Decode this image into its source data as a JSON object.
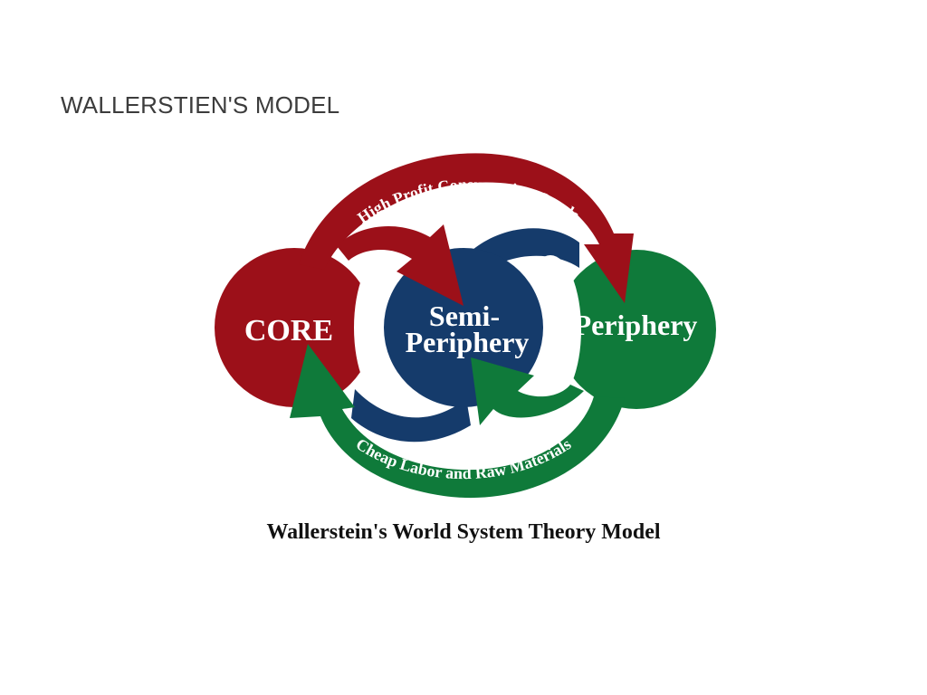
{
  "slide": {
    "title": "WALLERSTIEN'S MODEL"
  },
  "diagram": {
    "nodes": {
      "core": "CORE",
      "semi_periphery_line1": "Semi-",
      "semi_periphery_line2": "Periphery",
      "periphery": "Periphery"
    },
    "flows": {
      "top": "High Profit Consumption Goods",
      "bottom": "Cheap Labor and Raw Materials"
    },
    "caption": "Wallerstein's World System Theory Model",
    "colors": {
      "core": "#9c1019",
      "semi_periphery": "#153b6b",
      "periphery": "#0f7a3a",
      "text": "#ffffff"
    }
  }
}
